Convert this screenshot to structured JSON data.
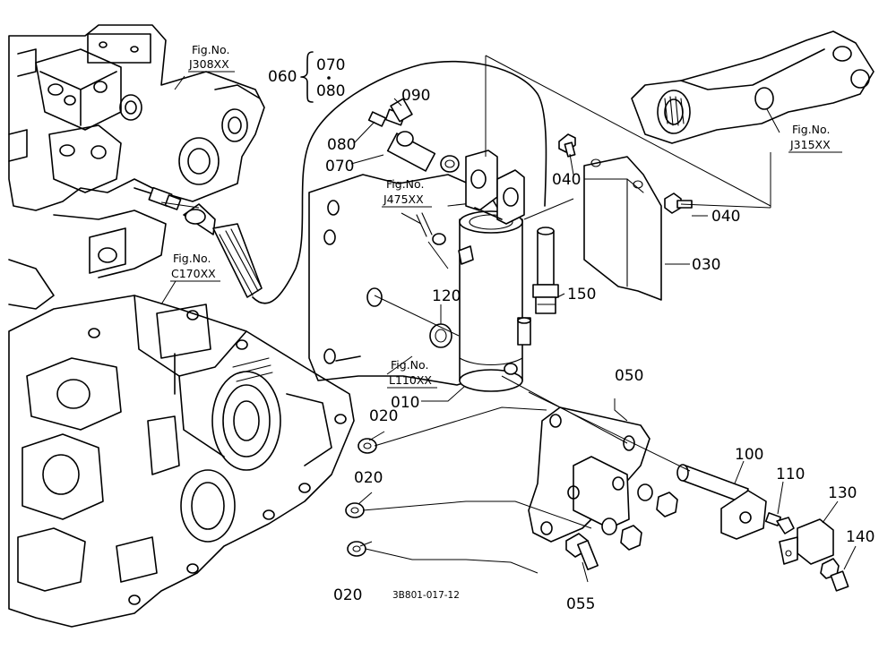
{
  "parts": [
    {
      "no": "010"
    },
    {
      "no": "020"
    },
    {
      "no": "020"
    },
    {
      "no": "020"
    },
    {
      "no": "030"
    },
    {
      "no": "040"
    },
    {
      "no": "040"
    },
    {
      "no": "050"
    },
    {
      "no": "055"
    },
    {
      "no": "060"
    },
    {
      "no": "070"
    },
    {
      "no": "080"
    },
    {
      "no": "070"
    },
    {
      "no": "080"
    },
    {
      "no": "090"
    },
    {
      "no": "100"
    },
    {
      "no": "110"
    },
    {
      "no": "120"
    },
    {
      "no": "130"
    },
    {
      "no": "140"
    },
    {
      "no": "150"
    }
  ],
  "group": {
    "no": "060",
    "members": [
      "070",
      "080"
    ]
  },
  "figure_refs": [
    {
      "label": "Fig.No.",
      "code": "J308XX"
    },
    {
      "label": "Fig.No.",
      "code": "J315XX"
    },
    {
      "label": "Fig.No.",
      "code": "J475XX"
    },
    {
      "label": "Fig.No.",
      "code": "C170XX"
    },
    {
      "label": "Fig.No.",
      "code": "L110XX"
    }
  ],
  "drawing_code": "3B801-017-12"
}
